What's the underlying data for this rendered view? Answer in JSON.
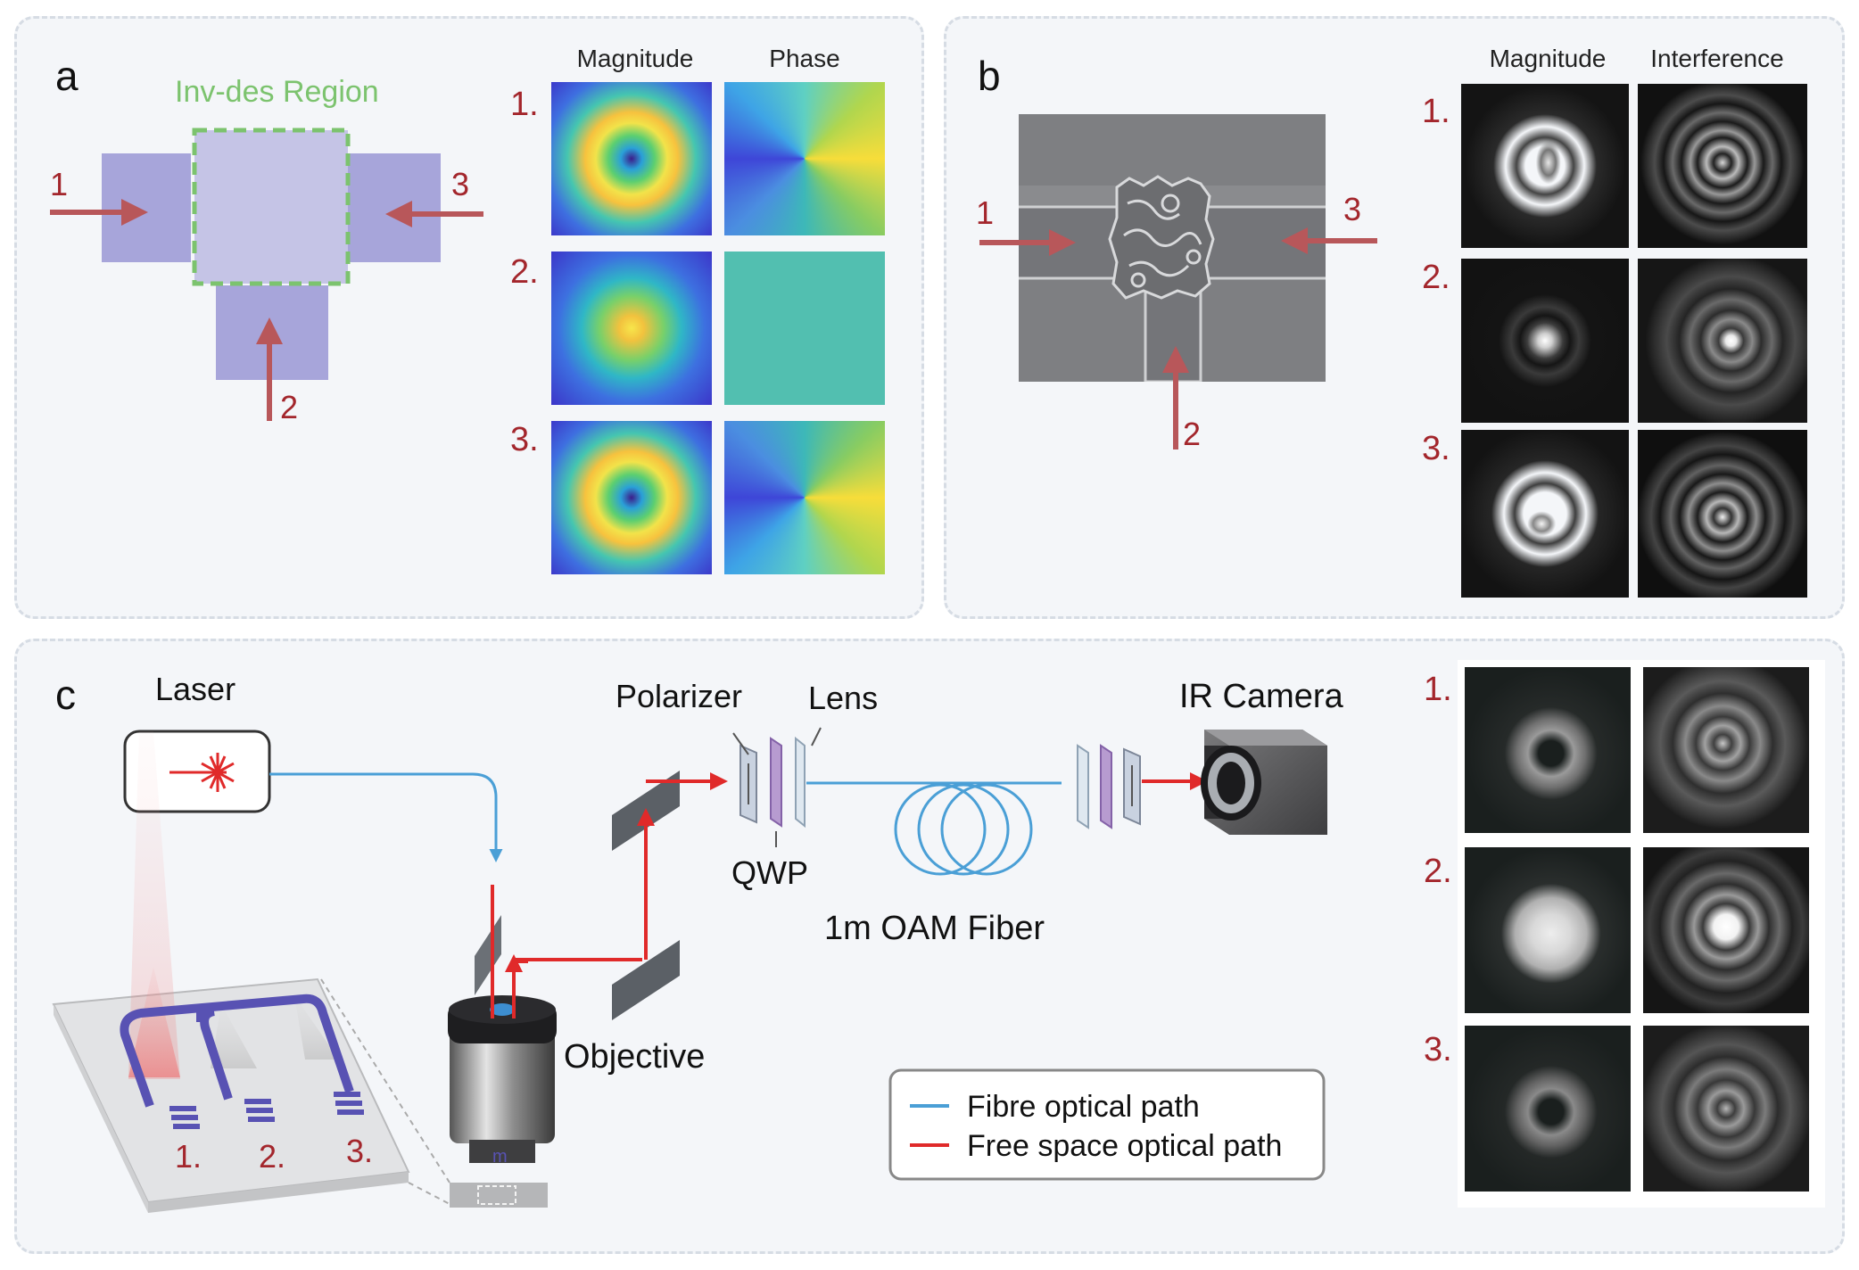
{
  "panel_a": {
    "letter": "a",
    "region_label": "Inv-des Region",
    "port_labels": [
      "1",
      "2",
      "3"
    ],
    "col_headers": [
      "Magnitude",
      "Phase"
    ],
    "row_labels": [
      "1.",
      "2.",
      "3."
    ]
  },
  "panel_b": {
    "letter": "b",
    "port_labels": [
      "1",
      "2",
      "3"
    ],
    "col_headers": [
      "Magnitude",
      "Interference"
    ],
    "row_labels": [
      "1.",
      "2.",
      "3."
    ]
  },
  "panel_c": {
    "letter": "c",
    "labels": {
      "laser": "Laser",
      "polarizer": "Polarizer",
      "lens": "Lens",
      "qwp": "QWP",
      "fiber": "1m OAM Fiber",
      "camera": "IR Camera",
      "objective": "Objective",
      "chip_marker": "m"
    },
    "chip_ports": [
      "1.",
      "2.",
      "3."
    ],
    "legend": [
      {
        "label": "Fibre optical path",
        "color": "#4a9fd6"
      },
      {
        "label": "Free space optical path",
        "color": "#e02a2a"
      }
    ],
    "row_labels": [
      "1.",
      "2.",
      "3."
    ]
  },
  "colors": {
    "arrow": "#b8575a",
    "label_red": "#a3262c",
    "region_green": "#7cc36e",
    "block_purple": "#a7a5da",
    "beam_red": "#e02a2a",
    "fiber_blue": "#4a9fd6"
  }
}
